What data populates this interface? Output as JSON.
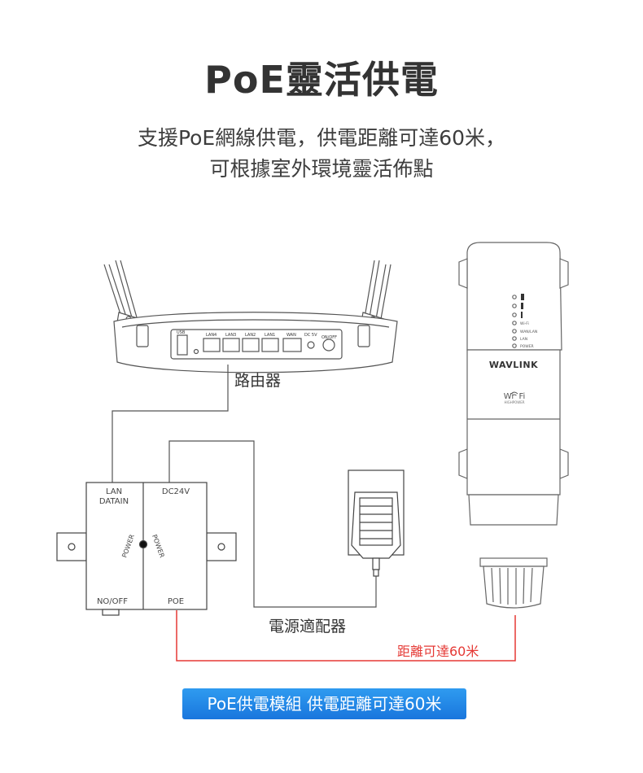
{
  "header": {
    "title": "PoE靈活供電",
    "subtitle_line1": "支援PoE網線供電，供電距離可達60米，",
    "subtitle_line2": "可根據室外環境靈活佈點"
  },
  "router": {
    "label": "路由器",
    "port_usb": "USB",
    "port_lan4": "LAN4",
    "port_lan3": "LAN3",
    "port_lan2": "LAN2",
    "port_lan1": "LAN1",
    "port_wan": "WAN",
    "port_dc": "DC 5V",
    "port_onoff": "ON/OFF"
  },
  "poe_module": {
    "label_lan": "LAN",
    "label_datain": "DATAIN",
    "label_dc24v": "DC24V",
    "label_power": "POWER",
    "label_noff": "NO/OFF",
    "label_poe": "POE"
  },
  "adapter": {
    "label": "電源適配器"
  },
  "device": {
    "brand": "WAVLINK",
    "wifi_text": "Wi  Fi",
    "wifi_sub": "HIGHPOWER",
    "led_3": "Wi-Fi",
    "led_4": "WAN/LAN",
    "led_5": "LAN",
    "led_6": "POWER"
  },
  "distance": {
    "label": "距離可達60米",
    "color": "#e53935"
  },
  "banner": {
    "text": "PoE供電模組 供電距離可達60米"
  }
}
